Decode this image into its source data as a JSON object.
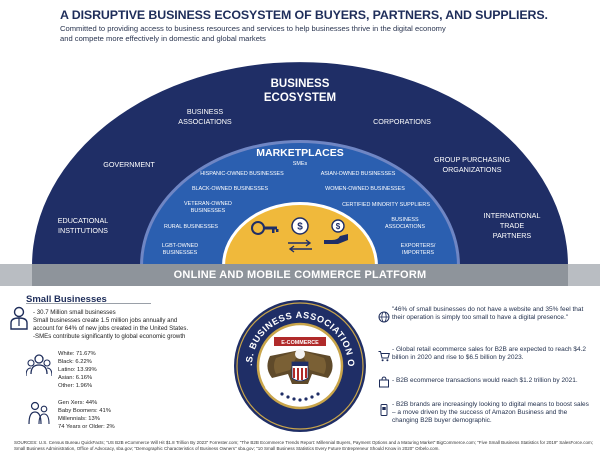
{
  "header": {
    "title": "A DISRUPTIVE BUSINESS ECOSYSTEM OF BUYERS, PARTNERS, AND SUPPLIERS.",
    "subtitle_line1": "Committed to providing access to business resources and services to help businesses thrive in the digital economy",
    "subtitle_line2": "and compete more effectively in domestic and global markets"
  },
  "ecosystem": {
    "title_line1": "BUSINESS",
    "title_line2": "ECOSYSTEM",
    "outer_items": {
      "business_associations": [
        "BUSINESS",
        "ASSOCIATIONS"
      ],
      "corporations": [
        "CORPORATIONS"
      ],
      "government": [
        "GOVERNMENT"
      ],
      "group_purchasing": [
        "GROUP PURCHASING",
        "ORGANIZATIONS"
      ],
      "educational": [
        "EDUCATIONAL",
        "INSTITUTIONS"
      ],
      "international": [
        "INTERNATIONAL",
        "TRADE",
        "PARTNERS"
      ]
    },
    "colors": {
      "outer": "#1f2e66",
      "marketplace": "#2b5fb0",
      "core": "#f0b93b",
      "platform": "#8e949b"
    }
  },
  "marketplaces": {
    "title": "MARKETPLACES",
    "items": {
      "smes": [
        "SMEs"
      ],
      "hispanic": [
        "HISPANIC-OWNED BUSINESSES"
      ],
      "asian": [
        "ASIAN-OWNED BUSINESSES"
      ],
      "black": [
        "BLACK-OWNED BUSINESSES"
      ],
      "women": [
        "WOMEN-OWNED BUSINESSES"
      ],
      "veteran": [
        "VETERAN-OWNED",
        "BUSINESSES"
      ],
      "certified": [
        "CERTIFIED MINORITY SUPPLIERS"
      ],
      "rural": [
        "RURAL BUSINESSES"
      ],
      "bizassoc": [
        "BUSINESS",
        "ASSOCIATIONS"
      ],
      "lgbt": [
        "LGBT-OWNED",
        "BUSINESSES"
      ],
      "exporters": [
        "EXPORTERS/",
        "IMPORTERS"
      ]
    }
  },
  "platform": {
    "label": "ONLINE AND MOBILE COMMERCE PLATFORM"
  },
  "small_businesses": {
    "title": "Small Businesses",
    "lines": [
      "- 30.7 Million small businesses",
      "Small businesses create 1.5 million jobs annually and",
      "account for 64% of new jobs created in the United States.",
      "-SMEs contribute significantly to global economic growth"
    ],
    "ethnicity": [
      "White: 71.67%",
      "Black: 6.22%",
      "Latino: 13.99%",
      "Asian: 6.16%",
      "Other: 1.96%"
    ],
    "generations": [
      "Gen Xers: 44%",
      "Baby Boomers: 41%",
      "Millennials: 13%",
      "74 Years or Older: 2%"
    ]
  },
  "seal": {
    "outer_text": "U.S. BUSINESS ASSOCIATION OF",
    "bottom_text": "E-COMMERCE",
    "ribbon_text": "E-COMMERCE"
  },
  "facts": [
    "\"46% of small businesses do not have a website and 35% feel that their operation is simply too small to have a digital presence.\"",
    "- Global retail ecommerce sales for B2B are expected to reach $4.2 billion in 2020 and rise to $6.5 billion by 2023.",
    "- B2B ecommerce transactions would reach $1.2 trillion by 2021.",
    "- B2B brands are increasingly looking to digital means to boost sales – a move driven by the success of Amazon Business and the changing B2B buyer demographic."
  ],
  "sources": {
    "line1": "SOURCES: U.S. Census Bureau QuickFacts; \"US B2B eCommerce Will Hit $1.8 Trillion By 2023\" Forrester.com; \"The B2B Ecommerce Trends Report: Millennial Buyers, Payment Options and a Maturing Market\" BigCommerce.com; \"Five Small Business Statistics for 2019\" SalesForce.com;",
    "line2": "Small Business Administration, Office of Advocacy, sba.gov; \"Demographic Characteristics of Business Owners\" sba.gov; \"10 Small Business Statistics Every Future Entrepreneur Should Know in 2020\" Orbelo.com."
  }
}
